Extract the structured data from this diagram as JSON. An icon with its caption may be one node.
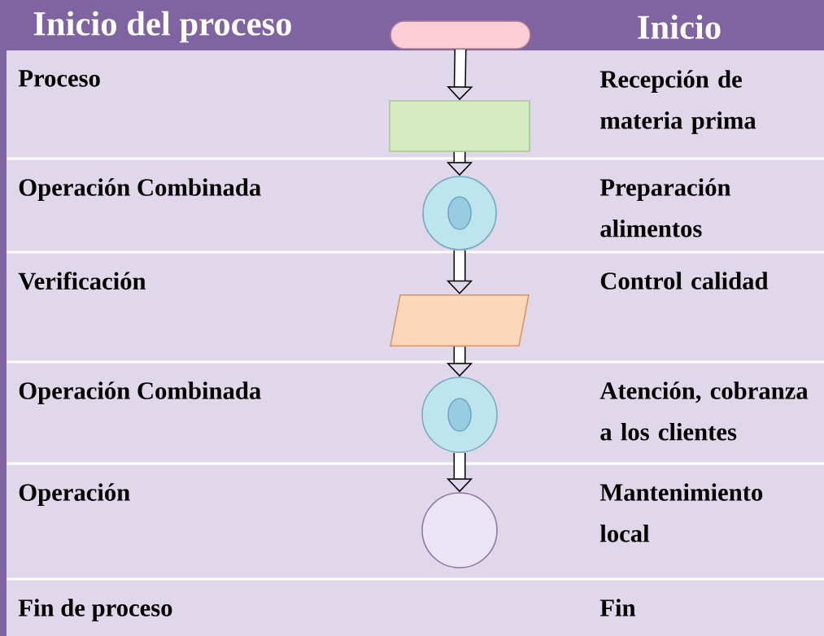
{
  "diagram": {
    "nodes": [
      {
        "text": [],
        "shape": "pill"
      },
      {
        "text": [],
        "shape": "box"
      },
      {
        "text": [],
        "shape": "circle"
      },
      {
        "text": [],
        "shape": "parallelogram"
      },
      {
        "text": [],
        "shape": "circle"
      },
      {
        "text": [],
        "shape": "circle"
      }
    ],
    "edges": [
      {
        "from": 0,
        "to": 1,
        "arrow": "to"
      },
      {
        "from": 1,
        "to": 2,
        "arrow": "to"
      },
      {
        "from": 2,
        "to": 3,
        "arrow": "to"
      },
      {
        "from": 3,
        "to": 4,
        "arrow": "to"
      },
      {
        "from": 4,
        "to": 5,
        "arrow": "to"
      }
    ],
    "labels": [
      "Inicio del proceso",
      "Inicio",
      "Proceso",
      "Recepción de materia prima",
      "Operación Combinada",
      "Preparación alimentos",
      "Verificación",
      "Control calidad",
      "Operación Combinada",
      "Atención, cobranza a los clientes",
      "Operación",
      "Mantenimiento local",
      "Fin de proceso",
      "Fin"
    ]
  }
}
